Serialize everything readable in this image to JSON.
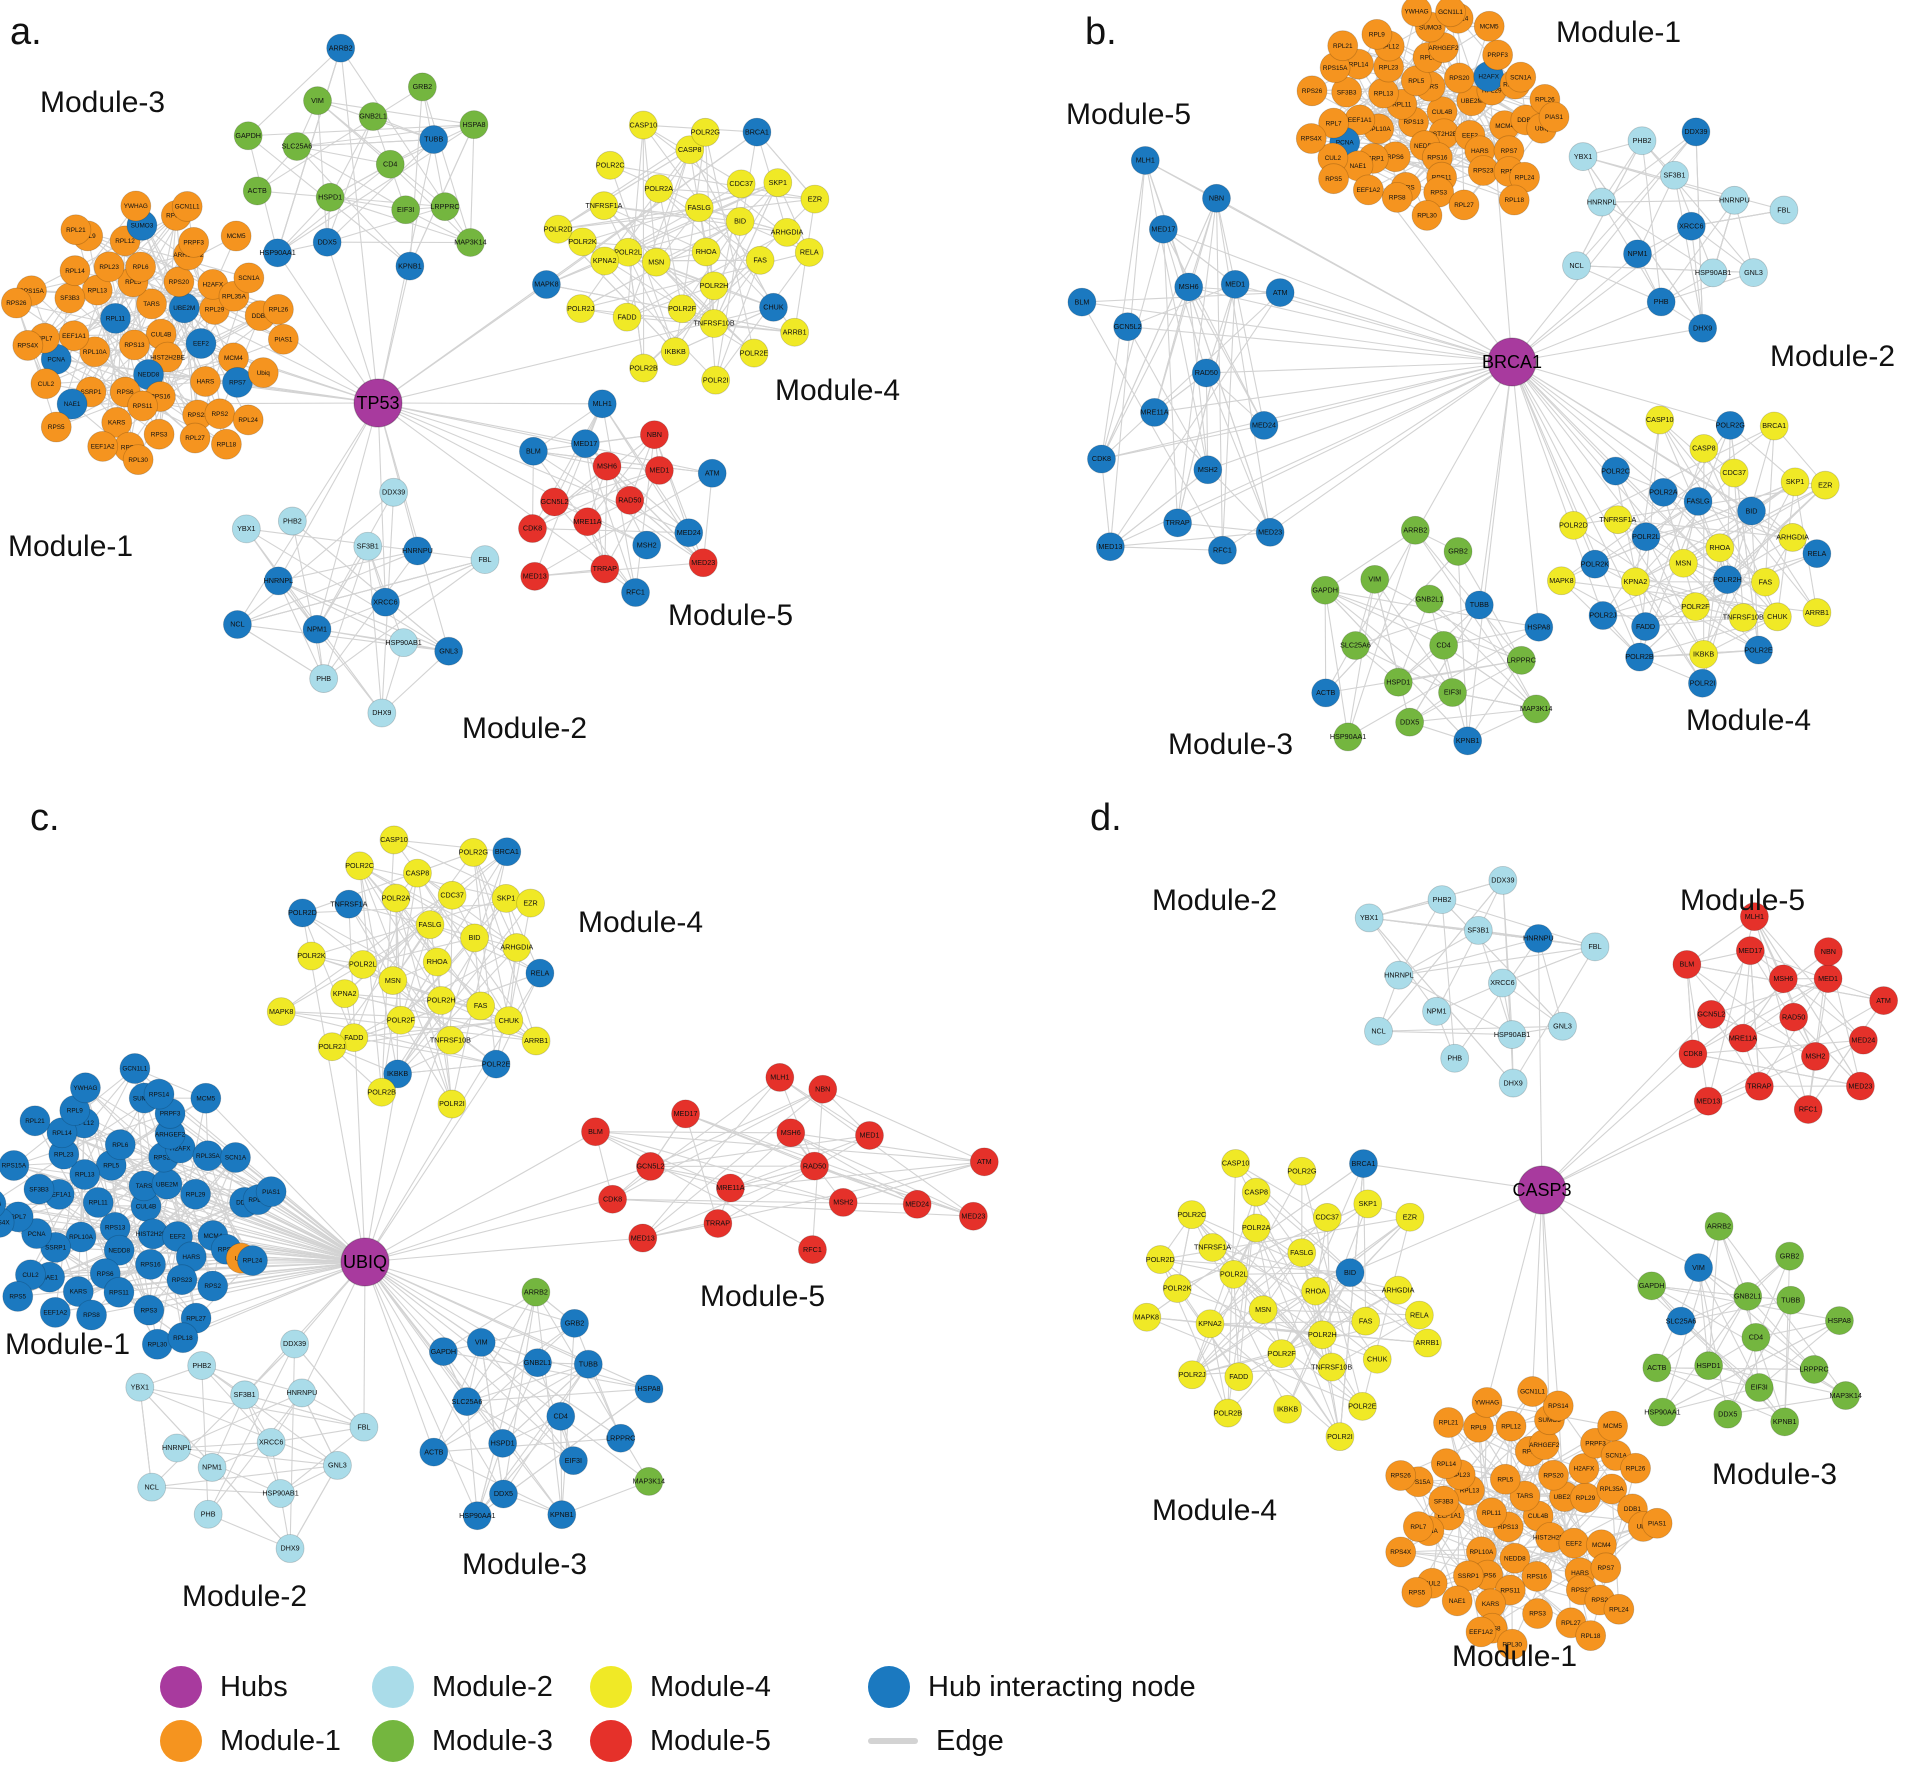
{
  "colors": {
    "hub": "#a83a9e",
    "module1": "#f5941f",
    "module2": "#aadce9",
    "module3": "#74b63f",
    "module4": "#f0e926",
    "module5": "#e5312a",
    "interacting": "#1b79c0",
    "edge": "#d3d3d3",
    "node_label": "#101010"
  },
  "gene_sets": {
    "module1": [
      "CUL4B",
      "RPS13",
      "TARS",
      "HIST2H2BE",
      "RPL11",
      "UBE2M",
      "NEDD8",
      "RPL5",
      "EEF2",
      "RPL10A",
      "RPS20",
      "RPS16",
      "RPL13",
      "RPL29",
      "RPS6",
      "RPL6",
      "HARS",
      "EEF1A1",
      "H2AFX",
      "RPS11",
      "RPL23",
      "MCM4",
      "SSRP1",
      "ARHGEF2",
      "RPS23",
      "SF3B3",
      "RPL35A",
      "KARS",
      "RPL12",
      "RPS7",
      "PCNA",
      "PRPF3",
      "RPS3",
      "RPL14",
      "DDB1",
      "NAE1",
      "SUMO3",
      "RPS2",
      "RPL7",
      "SCN1A",
      "RPS8",
      "RPL9",
      "Ubiq",
      "CUL2",
      "RPS14",
      "RPL27",
      "RPS15A",
      "RPL26",
      "EEF1A2",
      "YWHAG",
      "RPL24",
      "RPS4X",
      "MCM5",
      "RPL30",
      "RPL21",
      "PIAS1",
      "RPS5",
      "GCN1L1",
      "RPL18",
      "RPS26"
    ],
    "module2": [
      "XRCC6",
      "NPM1",
      "SF3B1",
      "HSP90AB1",
      "HNRNPL",
      "HNRNPU",
      "PHB",
      "PHB2",
      "GNL3",
      "NCL",
      "DDX39",
      "DHX9",
      "YBX1",
      "FBL"
    ],
    "module3": [
      "CD4",
      "HSPD1",
      "GNB2L1",
      "EIF3I",
      "SLC25A6",
      "TUBB",
      "DDX5",
      "VIM",
      "LRPPRC",
      "ACTB",
      "GRB2",
      "KPNB1",
      "GAPDH",
      "HSPA8",
      "HSP90AA1",
      "ARRB2",
      "MAP3K14"
    ],
    "module4": [
      "RHOA",
      "MSN",
      "FASLG",
      "POLR2H",
      "POLR2L",
      "BID",
      "POLR2F",
      "POLR2A",
      "FAS",
      "KPNA2",
      "CDC37",
      "TNFRSF10B",
      "TNFRSF1A",
      "ARHGDIA",
      "FADD",
      "CASP8",
      "CHUK",
      "POLR2K",
      "SKP1",
      "IKBKB",
      "POLR2C",
      "RELA",
      "POLR2J",
      "POLR2G",
      "POLR2E",
      "POLR2D",
      "EZR",
      "POLR2B",
      "CASP10",
      "ARRB1",
      "MAPK8",
      "BRCA1",
      "POLR2I"
    ],
    "module5": [
      "RAD50",
      "MRE11A",
      "MSH6",
      "MSH2",
      "GCN5L2",
      "MED1",
      "TRRAP",
      "MED17",
      "MED24",
      "CDK8",
      "NBN",
      "RFC1",
      "BLM",
      "ATM",
      "MED13",
      "MLH1",
      "MED23"
    ]
  },
  "panels": [
    {
      "id": "a",
      "letter": "a.",
      "hub": "TP53",
      "modules": [
        {
          "name": "Module-1",
          "set": "module1",
          "interacting": [
            "UBE2M",
            "NEDD8",
            "RPL11",
            "EEF2",
            "RPS7",
            "NAE1",
            "SUMO3",
            "PCNA"
          ]
        },
        {
          "name": "Module-2",
          "set": "module2",
          "interacting": [
            "HNRNPL",
            "XRCC6",
            "NPM1",
            "GNL3",
            "NCL",
            "HNRNPU"
          ]
        },
        {
          "name": "Module-3",
          "set": "module3",
          "interacting": [
            "TUBB",
            "DDX5",
            "KPNB1",
            "HSP90AA1",
            "ARRB2"
          ]
        },
        {
          "name": "Module-4",
          "set": "module4",
          "interacting": [
            "CHUK",
            "MAPK8",
            "BRCA1"
          ]
        },
        {
          "name": "Module-5",
          "set": "module5",
          "interacting": [
            "MSH2",
            "MED17",
            "MED24",
            "BLM",
            "ATM",
            "RFC1",
            "MLH1"
          ]
        }
      ]
    },
    {
      "id": "b",
      "letter": "b.",
      "hub": "BRCA1",
      "modules": [
        {
          "name": "Module-1",
          "set": "module1",
          "interacting": [
            "H2AFX",
            "PCNA"
          ]
        },
        {
          "name": "Module-2",
          "set": "module2",
          "interacting": [
            "NPM1",
            "XRCC6",
            "DHX9",
            "DDX39",
            "PHB"
          ]
        },
        {
          "name": "Module-3",
          "set": "module3",
          "interacting": [
            "TUBB",
            "HSPA8",
            "ACTB",
            "KPNB1"
          ]
        },
        {
          "name": "Module-4",
          "set": "module4",
          "interacting": [
            "POLR2A",
            "POLR2C",
            "POLR2B",
            "POLR2K",
            "POLR2L",
            "POLR2H",
            "POLR2E",
            "POLR2J",
            "POLR2G",
            "RELA",
            "POLR2I",
            "FADD",
            "FASLG",
            "BID"
          ]
        },
        {
          "name": "Module-5",
          "set": "module5",
          "all_except": []
        }
      ]
    },
    {
      "id": "c",
      "letter": "c.",
      "hub": "UBIQ",
      "modules": [
        {
          "name": "Module-1",
          "set": "module1",
          "all_except": [
            "Ubiq"
          ]
        },
        {
          "name": "Module-2",
          "set": "module2",
          "interacting": []
        },
        {
          "name": "Module-3",
          "set": "module3",
          "all_except": [
            "ARRB2",
            "MAP3K14"
          ]
        },
        {
          "name": "Module-4",
          "set": "module4",
          "interacting": [
            "BRCA1",
            "POLR2E",
            "IKBKB",
            "TNFRSF1A",
            "RELA",
            "POLR2D"
          ]
        },
        {
          "name": "Module-5",
          "set": "module5",
          "interacting": []
        }
      ]
    },
    {
      "id": "d",
      "letter": "d.",
      "hub": "CASP3",
      "modules": [
        {
          "name": "Module-1",
          "set": "module1",
          "interacting": []
        },
        {
          "name": "Module-2",
          "set": "module2",
          "interacting": [
            "HNRNPU"
          ]
        },
        {
          "name": "Module-3",
          "set": "module3",
          "interacting": [
            "VIM",
            "SLC25A6"
          ]
        },
        {
          "name": "Module-4",
          "set": "module4",
          "interacting": [
            "BRCA1",
            "BID"
          ]
        },
        {
          "name": "Module-5",
          "set": "module5",
          "interacting": []
        }
      ]
    }
  ],
  "legend": {
    "items": [
      {
        "label": "Hubs",
        "color_key": "hub",
        "shape": "circle"
      },
      {
        "label": "Module-2",
        "color_key": "module2",
        "shape": "circle"
      },
      {
        "label": "Module-4",
        "color_key": "module4",
        "shape": "circle"
      },
      {
        "label": "Hub interacting node",
        "color_key": "interacting",
        "shape": "circle"
      },
      {
        "label": "Module-1",
        "color_key": "module1",
        "shape": "circle"
      },
      {
        "label": "Module-3",
        "color_key": "module3",
        "shape": "circle"
      },
      {
        "label": "Module-5",
        "color_key": "module5",
        "shape": "circle"
      },
      {
        "label": "Edge",
        "color_key": "edge",
        "shape": "line"
      }
    ]
  }
}
